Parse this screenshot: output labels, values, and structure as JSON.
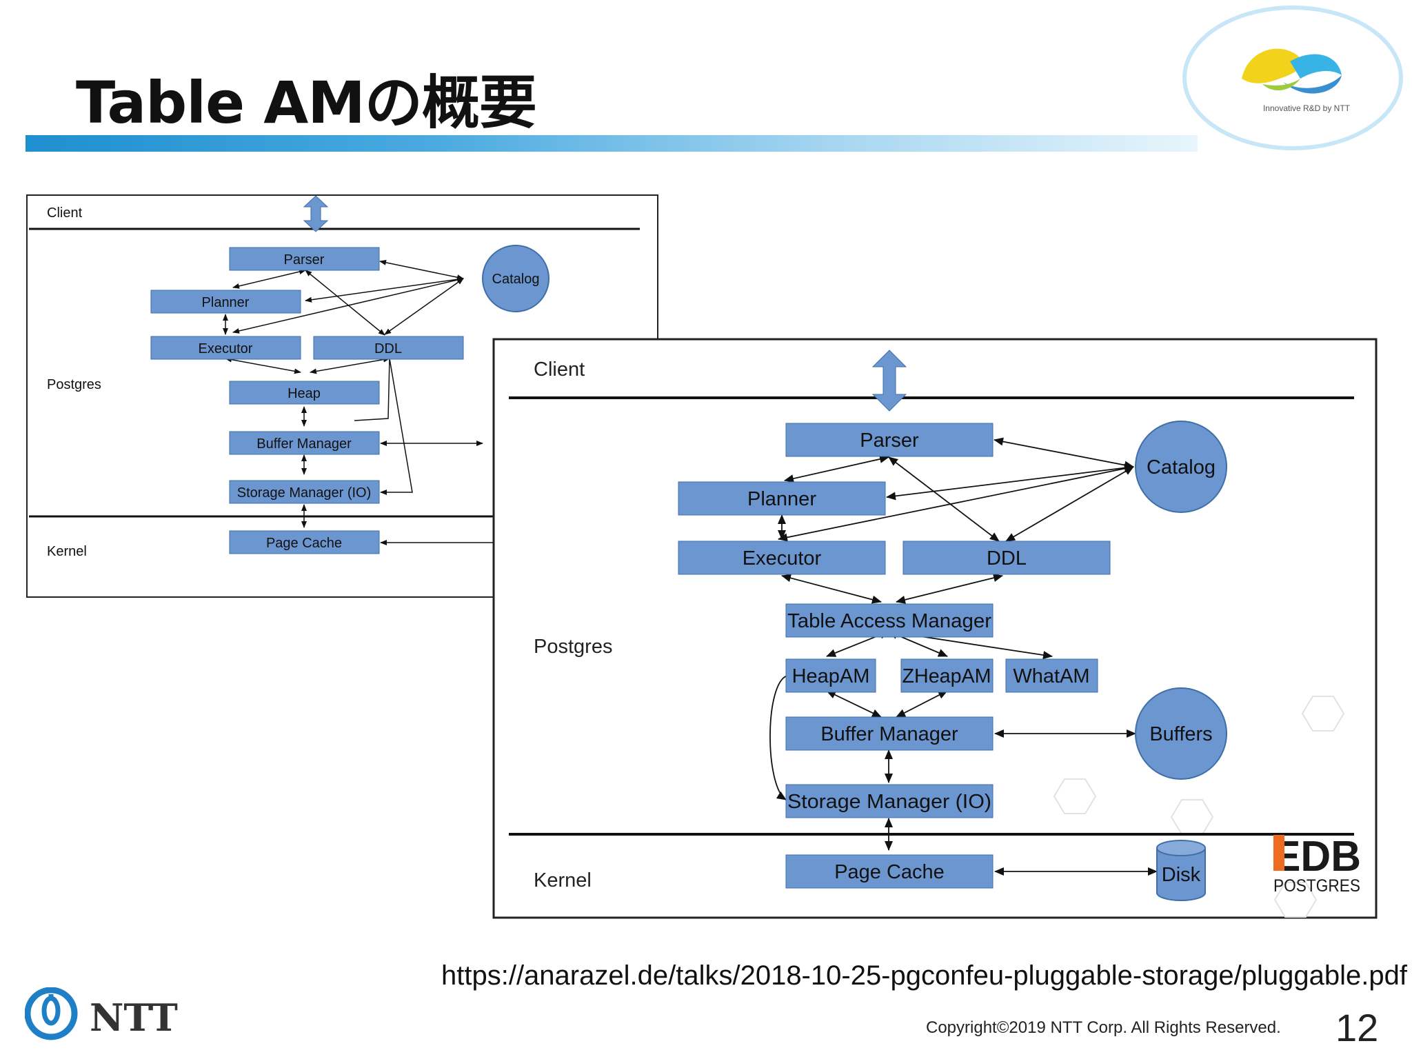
{
  "slide": {
    "title": "Table AMの概要",
    "brand_tagline": "Innovative R&D by NTT",
    "url": "https://anarazel.de/talks/2018-10-25-pgconfeu-pluggable-storage/pluggable.pdf",
    "copyright": "Copyright©2019  NTT Corp. All Rights Reserved.",
    "page_number": "12",
    "logo_text": "NTT"
  },
  "colors": {
    "box_fill": "#6b96d0",
    "box_stroke": "#3f6fa8",
    "circle_fill": "#6b96d0",
    "accent_bar": "#1e8fcf",
    "edb_orange": "#f06b22"
  },
  "diagram_old": {
    "layers": {
      "client": "Client",
      "postgres": "Postgres",
      "kernel": "Kernel"
    },
    "boxes": {
      "parser": "Parser",
      "planner": "Planner",
      "executor": "Executor",
      "ddl": "DDL",
      "heap": "Heap",
      "buffer_manager": "Buffer Manager",
      "storage_manager": "Storage Manager (IO)",
      "page_cache": "Page Cache"
    },
    "circles": {
      "catalog": "Catalog"
    }
  },
  "diagram_new": {
    "layers": {
      "client": "Client",
      "postgres": "Postgres",
      "kernel": "Kernel"
    },
    "boxes": {
      "parser": "Parser",
      "planner": "Planner",
      "executor": "Executor",
      "ddl": "DDL",
      "table_access_manager": "Table Access Manager",
      "heapam": "HeapAM",
      "zheapam": "ZHeapAM",
      "whatam": "WhatAM",
      "buffer_manager": "Buffer Manager",
      "storage_manager": "Storage Manager (IO)",
      "page_cache": "Page Cache"
    },
    "circles": {
      "catalog": "Catalog",
      "buffers": "Buffers"
    },
    "disk": "Disk",
    "edb_logo": {
      "mark": "EDB",
      "text": "POSTGRES"
    }
  }
}
